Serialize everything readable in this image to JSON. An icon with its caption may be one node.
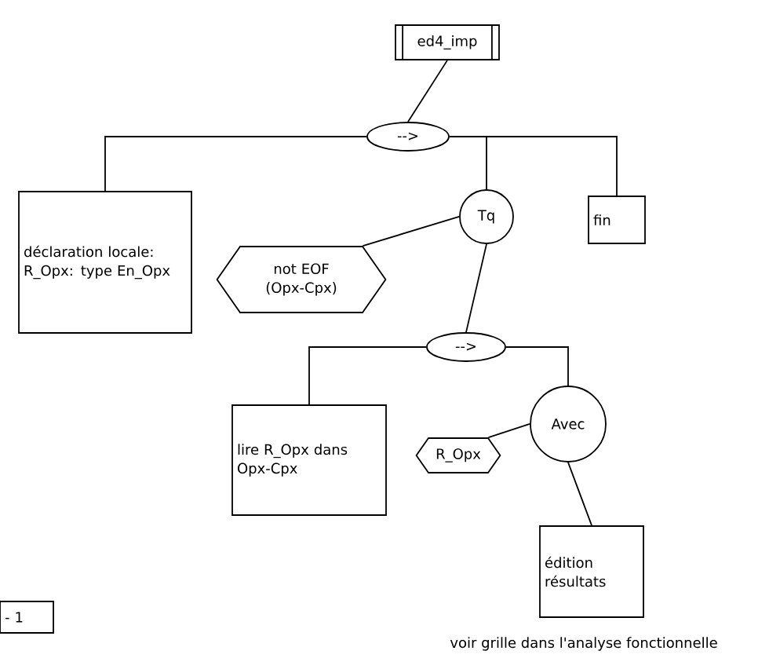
{
  "diagram": {
    "nodes": [
      {
        "text": [
          "ed4_imp"
        ]
      },
      {
        "text": [
          "-->"
        ]
      },
      {
        "text": [
          "déclaration locale: R_Opx: type En_Opx"
        ]
      },
      {
        "text": [
          "Tq"
        ]
      },
      {
        "text": [
          "fin"
        ]
      },
      {
        "text": [
          "not EOF (Opx-Cpx)"
        ]
      },
      {
        "text": [
          "-->"
        ]
      },
      {
        "text": [
          "lire R_Opx dans Opx-Cpx"
        ]
      },
      {
        "text": [
          "Avec"
        ]
      },
      {
        "text": [
          "R_Opx"
        ]
      },
      {
        "text": [
          "édition résultats"
        ]
      },
      {
        "text": [
          "- 1"
        ]
      }
    ],
    "edges": [
      {
        "from": 0,
        "to": 1,
        "arrow": "none"
      },
      {
        "from": 1,
        "to": 2,
        "arrow": "none"
      },
      {
        "from": 1,
        "to": 3,
        "arrow": "none"
      },
      {
        "from": 1,
        "to": 4,
        "arrow": "none"
      },
      {
        "from": 3,
        "to": 5,
        "arrow": "none"
      },
      {
        "from": 3,
        "to": 6,
        "arrow": "none"
      },
      {
        "from": 6,
        "to": 7,
        "arrow": "none"
      },
      {
        "from": 6,
        "to": 8,
        "arrow": "none"
      },
      {
        "from": 8,
        "to": 9,
        "arrow": "none"
      },
      {
        "from": 8,
        "to": 10,
        "arrow": "none"
      }
    ],
    "labels": [
      "voir grille dans l'analyse fonctionnelle"
    ]
  }
}
